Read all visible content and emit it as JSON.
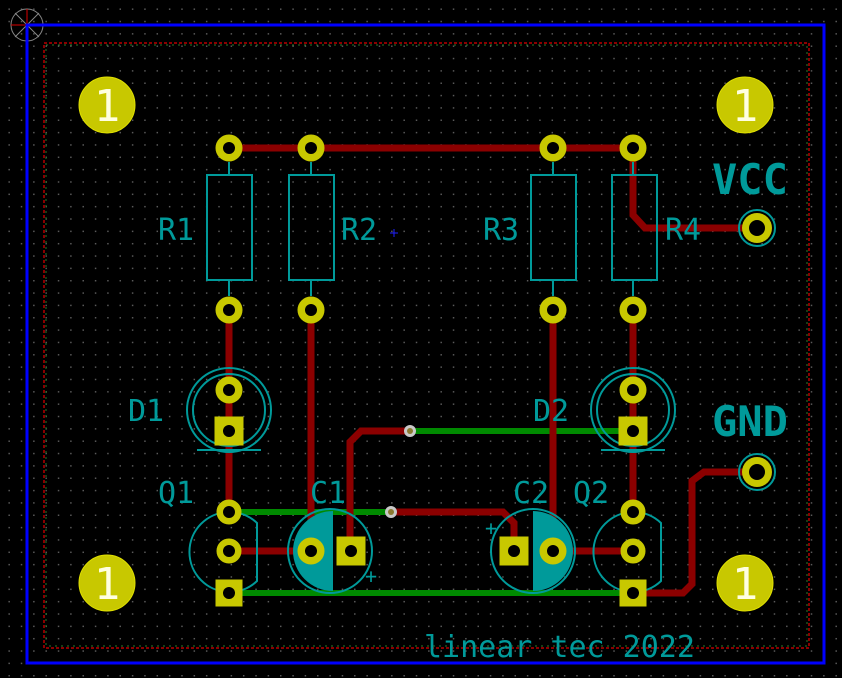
{
  "app": "PCB layout editor",
  "colors": {
    "background": "#000000",
    "board_edge": "#0000ff",
    "keepout": "#8b0000",
    "front_copper": "#8b0000",
    "back_copper": "#008a00",
    "pad": "#c8c800",
    "silkscreen": "#009a9a",
    "via": "#c8c8c8"
  },
  "components": {
    "resistors": [
      {
        "ref": "R1"
      },
      {
        "ref": "R2"
      },
      {
        "ref": "R3"
      },
      {
        "ref": "R4"
      }
    ],
    "leds": [
      {
        "ref": "D1"
      },
      {
        "ref": "D2"
      }
    ],
    "transistors": [
      {
        "ref": "Q1"
      },
      {
        "ref": "Q2"
      }
    ],
    "capacitors": [
      {
        "ref": "C1",
        "polarity_mark": "+"
      },
      {
        "ref": "C2",
        "polarity_mark": "+"
      }
    ],
    "mounting_holes": [
      {
        "label": "1"
      },
      {
        "label": "1"
      },
      {
        "label": "1"
      },
      {
        "label": "1"
      }
    ]
  },
  "nets": {
    "vcc_label": "VCC",
    "gnd_label": "GND"
  },
  "board_text": "linear tec 2022"
}
